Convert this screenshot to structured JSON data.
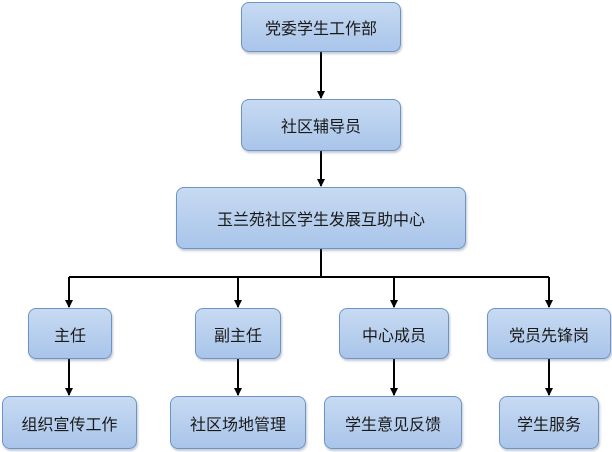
{
  "diagram": {
    "nodes": {
      "party_committee": "党委学生工作部",
      "community_counselor": "社区辅导员",
      "center": "玉兰苑社区学生发展互助中心",
      "director": "主任",
      "deputy_director": "副主任",
      "center_member": "中心成员",
      "party_pioneer": "党员先锋岗",
      "publicity_work": "组织宣传工作",
      "venue_management": "社区场地管理",
      "student_feedback": "学生意见反馈",
      "student_service": "学生服务"
    },
    "edges": [
      [
        "party_committee",
        "community_counselor"
      ],
      [
        "community_counselor",
        "center"
      ],
      [
        "center",
        "director"
      ],
      [
        "center",
        "deputy_director"
      ],
      [
        "center",
        "center_member"
      ],
      [
        "center",
        "party_pioneer"
      ],
      [
        "director",
        "publicity_work"
      ],
      [
        "deputy_director",
        "venue_management"
      ],
      [
        "center_member",
        "student_feedback"
      ],
      [
        "party_pioneer",
        "student_service"
      ]
    ],
    "colors": {
      "box_fill_top": "#c7daf2",
      "box_fill_bottom": "#a9c5ea",
      "box_border": "#6f94c3",
      "connector": "#000000"
    }
  }
}
